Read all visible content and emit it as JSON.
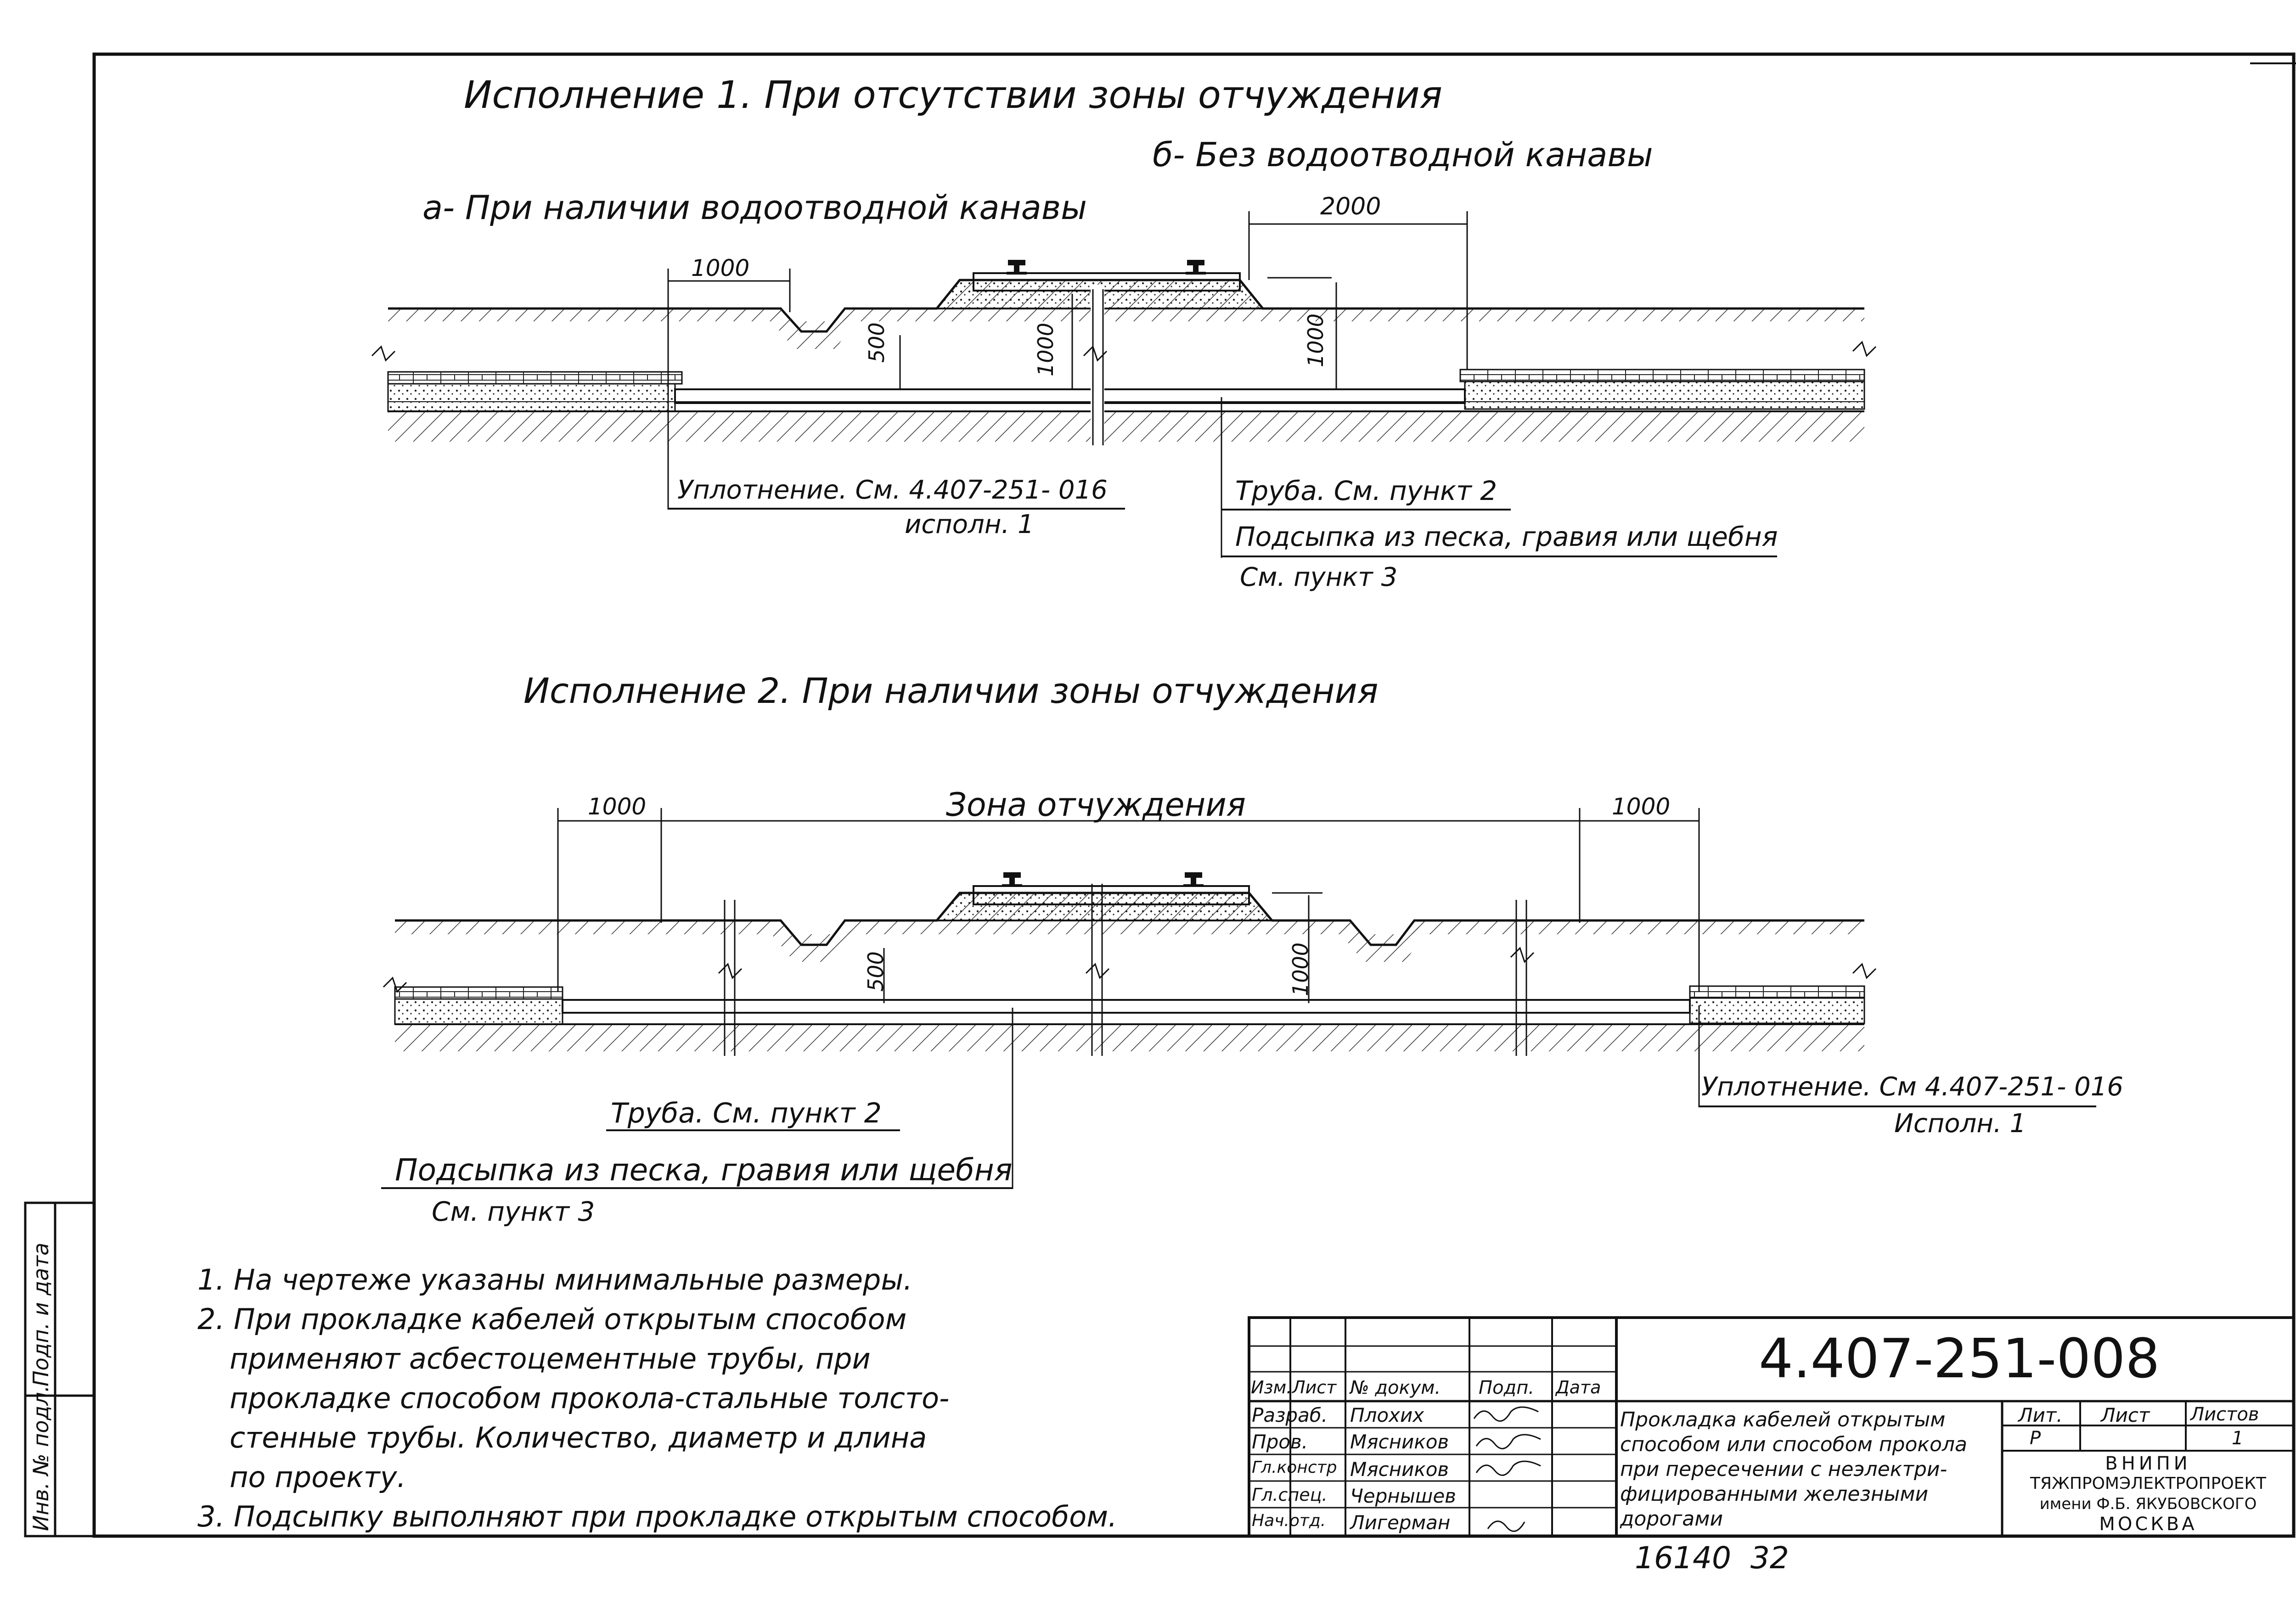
{
  "titles": {
    "variant1": "Исполнение 1. При отсутствии зоны отчуждения",
    "variant1_b": "б- Без водоотводной канавы",
    "variant1_a": "а- При наличии водоотводной канавы",
    "variant2": "Исполнение 2. При наличии зоны отчуждения"
  },
  "dims1": {
    "d1000_left": "1000",
    "d2000": "2000",
    "d500": "500",
    "d1000_a": "1000",
    "d1000_b": "1000"
  },
  "dims2": {
    "d1000_left": "1000",
    "zone": "Зона отчуждения",
    "d1000_right": "1000",
    "d500": "500",
    "d1000_mid": "1000"
  },
  "callouts1": {
    "seal": "Уплотнение. См. 4.407-251- 016",
    "seal_sub": "исполн. 1",
    "pipe": "Труба. См. пункт 2",
    "fill": "Подсыпка из песка, гравия или щебня",
    "fill_sub": "См. пункт 3"
  },
  "callouts2": {
    "pipe": "Труба. См. пункт 2",
    "fill": "Подсыпка из песка, гравия или щебня",
    "fill_sub": "См. пункт 3",
    "seal": "Уплотнение. См 4.407-251- 016",
    "seal_sub": "Исполн. 1"
  },
  "notes": [
    "1. На чертеже указаны минимальные размеры.",
    "2. При прокладке кабелей открытым способом",
    "применяют асбестоцементные трубы, при",
    "прокладке способом прокола-стальные толсто-",
    "стенные трубы. Количество, диаметр и длина",
    "по проекту.",
    "3. Подсыпку выполняют при прокладке открытым способом."
  ],
  "side_stamp": {
    "inv": "Инв. № подл.",
    "sign": "Подп. и дата"
  },
  "title_block": {
    "doc_number": "4.407-251-008",
    "cols": [
      "Изм.",
      "Лист",
      "№ докум.",
      "Подп.",
      "Дата"
    ],
    "roles": [
      "Разраб.",
      "Пров.",
      "Гл.констр",
      "Гл.спец.",
      "Нач.отд."
    ],
    "names": [
      "Плохих",
      "Мясников",
      "Мясников",
      "Чернышев",
      "Лигерман"
    ],
    "description": [
      "Прокладка кабелей открытым",
      "способом или способом прокола",
      "при пересечении с неэлектри-",
      "фицированными железными",
      "дорогами"
    ],
    "lit_label": "Лит.",
    "sheet_label": "Лист",
    "sheets_label": "Листов",
    "lit_value": "Р",
    "sheets_value": "1",
    "org": [
      "ВНИПИ",
      "ТЯЖПРОМЭЛЕКТРОПРОЕКТ",
      "имени Ф.Б. ЯКУБОВСКОГО",
      "МОСКВА"
    ]
  },
  "bottom_note": "16140  32"
}
